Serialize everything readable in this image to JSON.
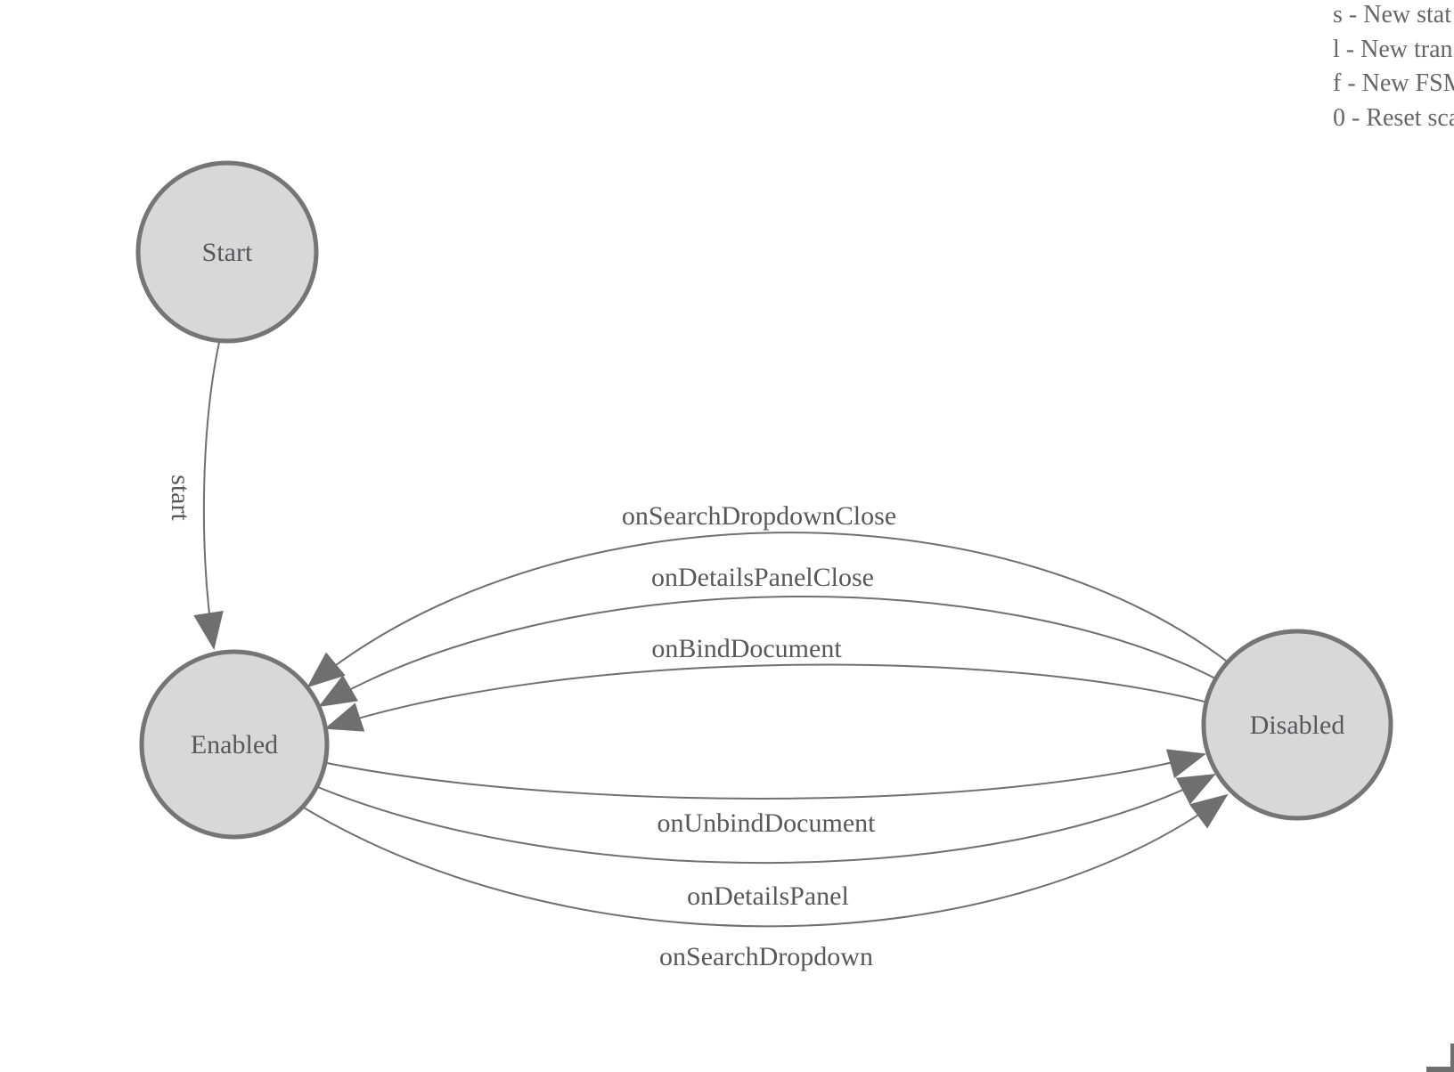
{
  "diagram": {
    "nodes": [
      {
        "id": "start",
        "label": "Start"
      },
      {
        "id": "enabled",
        "label": "Enabled"
      },
      {
        "id": "disabled",
        "label": "Disabled"
      }
    ],
    "edges": [
      {
        "from": "start",
        "to": "enabled",
        "label": "start"
      },
      {
        "from": "disabled",
        "to": "enabled",
        "label": "onSearchDropdownClose"
      },
      {
        "from": "disabled",
        "to": "enabled",
        "label": "onDetailsPanelClose"
      },
      {
        "from": "disabled",
        "to": "enabled",
        "label": "onBindDocument"
      },
      {
        "from": "enabled",
        "to": "disabled",
        "label": "onUnbindDocument"
      },
      {
        "from": "enabled",
        "to": "disabled",
        "label": "onDetailsPanel"
      },
      {
        "from": "enabled",
        "to": "disabled",
        "label": "onSearchDropdown"
      }
    ]
  },
  "legend": {
    "items": [
      "s - New stat",
      "l - New tran",
      "f - New FSM",
      "0 - Reset sca"
    ]
  },
  "colors": {
    "node_fill": "#d8d8d8",
    "node_stroke": "#757575",
    "edge": "#6f6f6f",
    "arrow": "#6f6f6f",
    "label_text": "#58585a",
    "legend_text": "#666666"
  }
}
